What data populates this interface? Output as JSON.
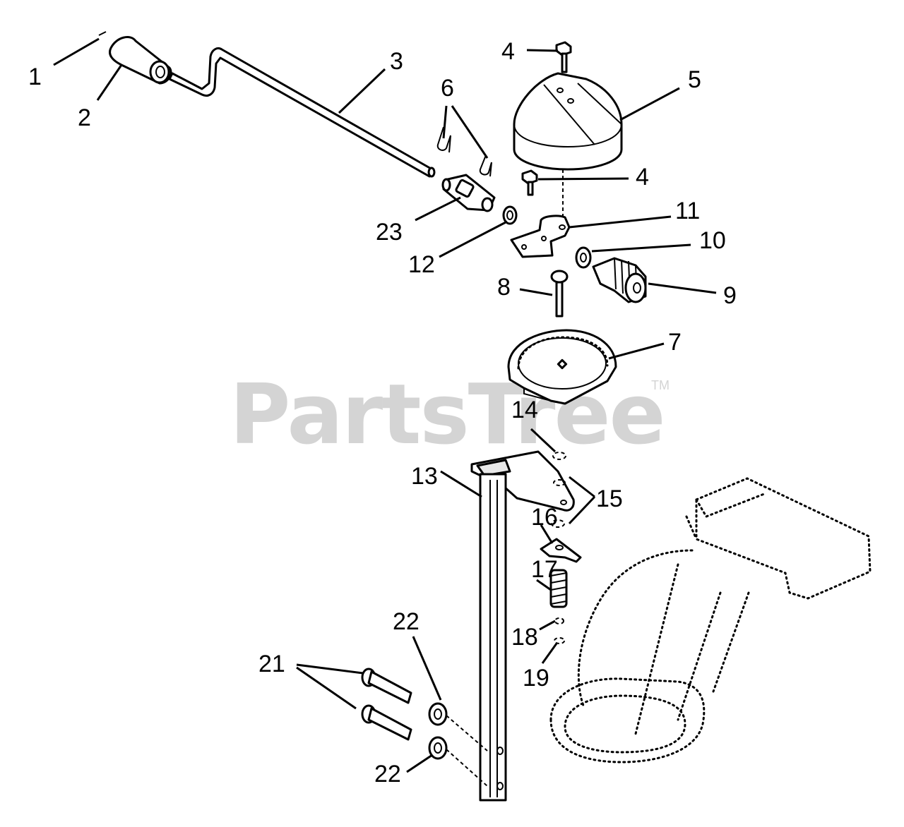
{
  "watermark": {
    "text": "PartsTree",
    "trademark": "TM"
  },
  "callouts": [
    {
      "id": "c1",
      "text": "1"
    },
    {
      "id": "c2",
      "text": "2"
    },
    {
      "id": "c3",
      "text": "3"
    },
    {
      "id": "c4a",
      "text": "4"
    },
    {
      "id": "c4b",
      "text": "4"
    },
    {
      "id": "c5",
      "text": "5"
    },
    {
      "id": "c6",
      "text": "6"
    },
    {
      "id": "c7",
      "text": "7"
    },
    {
      "id": "c8",
      "text": "8"
    },
    {
      "id": "c9",
      "text": "9"
    },
    {
      "id": "c10",
      "text": "10"
    },
    {
      "id": "c11",
      "text": "11"
    },
    {
      "id": "c12",
      "text": "12"
    },
    {
      "id": "c13",
      "text": "13"
    },
    {
      "id": "c14",
      "text": "14"
    },
    {
      "id": "c15",
      "text": "15"
    },
    {
      "id": "c16",
      "text": "16"
    },
    {
      "id": "c17",
      "text": "17"
    },
    {
      "id": "c18",
      "text": "18"
    },
    {
      "id": "c19",
      "text": "19"
    },
    {
      "id": "c21",
      "text": "21"
    },
    {
      "id": "c22a",
      "text": "22"
    },
    {
      "id": "c22b",
      "text": "22"
    },
    {
      "id": "c23",
      "text": "23"
    }
  ]
}
